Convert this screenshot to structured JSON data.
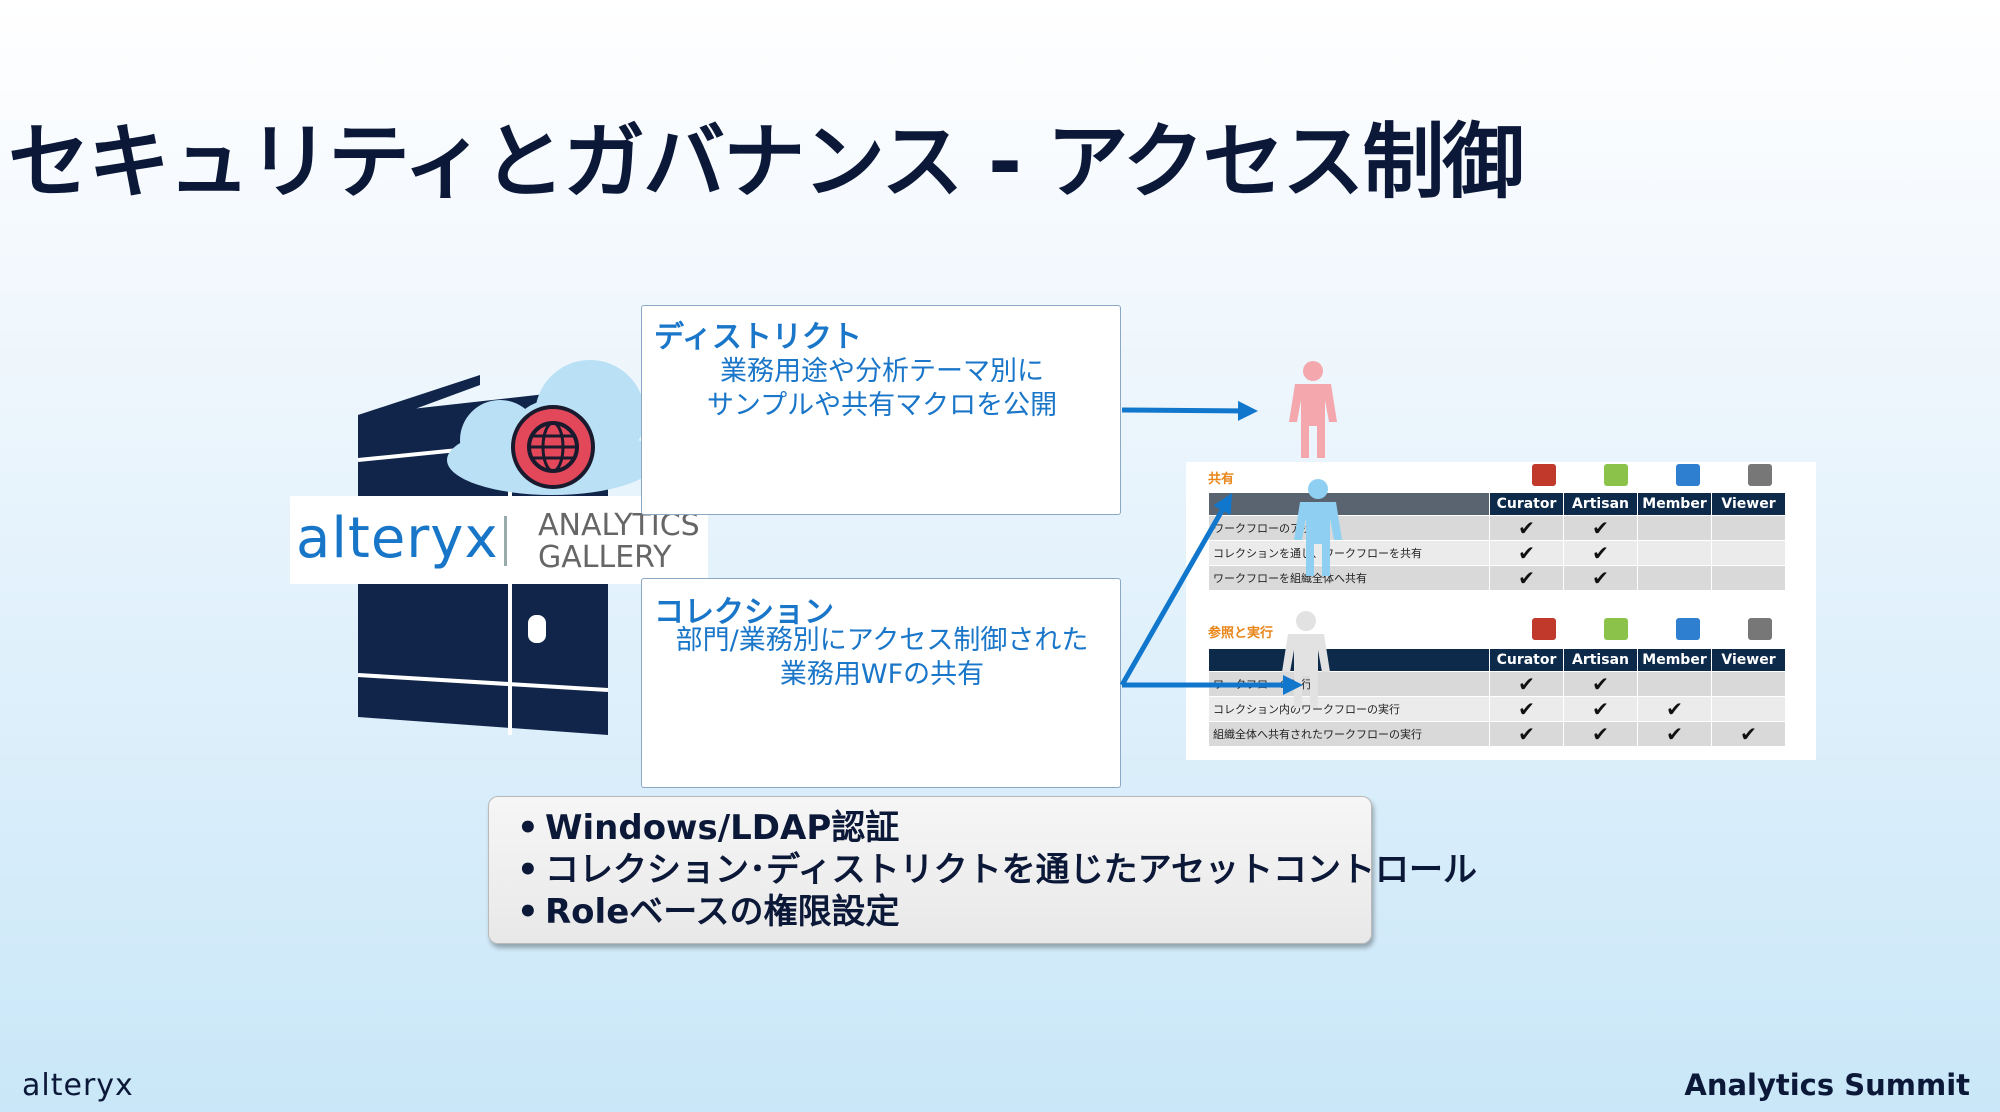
{
  "title": "セキュリティとガバナンス - アクセス制御",
  "logo": {
    "brand": "alteryx",
    "product_line1": "ANALYTICS",
    "product_line2": "GALLERY"
  },
  "district": {
    "heading": "ディストリクト",
    "line1": "業務用途や分析テーマ別に",
    "line2": "サンプルや共有マクロを公開"
  },
  "collection": {
    "heading": "コレクション",
    "line1": "部門/業務別にアクセス制御された",
    "line2": "業務用WFの共有"
  },
  "bullets": [
    "Windows/LDAP認証",
    "コレクション･ディストリクトを通じたアセットコントロール",
    "Roleベースの権限設定"
  ],
  "table_share": {
    "label": "共有",
    "headers": [
      "Curator",
      "Artisan",
      "Member",
      "Viewer"
    ],
    "rows": [
      {
        "label": "ワークフローのアップ",
        "checks": [
          "✔",
          "✔",
          "",
          ""
        ]
      },
      {
        "label": "コレクションを通じ、ワークフローを共有",
        "checks": [
          "✔",
          "✔",
          "",
          ""
        ]
      },
      {
        "label": "ワークフローを組織全体へ共有",
        "checks": [
          "✔",
          "✔",
          "",
          ""
        ]
      }
    ]
  },
  "table_run": {
    "label": "参照と実行",
    "headers": [
      "Curator",
      "Artisan",
      "Member",
      "Viewer"
    ],
    "rows": [
      {
        "label": "ワークフローの実行",
        "checks": [
          "✔",
          "✔",
          "",
          ""
        ]
      },
      {
        "label": "コレクション内のワークフローの実行",
        "checks": [
          "✔",
          "✔",
          "✔",
          ""
        ]
      },
      {
        "label": "組織全体へ共有されたワークフローの実行",
        "checks": [
          "✔",
          "✔",
          "✔",
          "✔"
        ]
      }
    ]
  },
  "role_icon_colors": [
    "#c0392b",
    "#8bc34a",
    "#2e7fd0",
    "#777777"
  ],
  "colors": {
    "accent": "#1a76c8",
    "navy": "#0c1838",
    "person_pink": "#f4a8ae",
    "person_blue": "#8fd0f2"
  },
  "footer": {
    "left": "alteryx",
    "right": "Analytics Summit"
  }
}
